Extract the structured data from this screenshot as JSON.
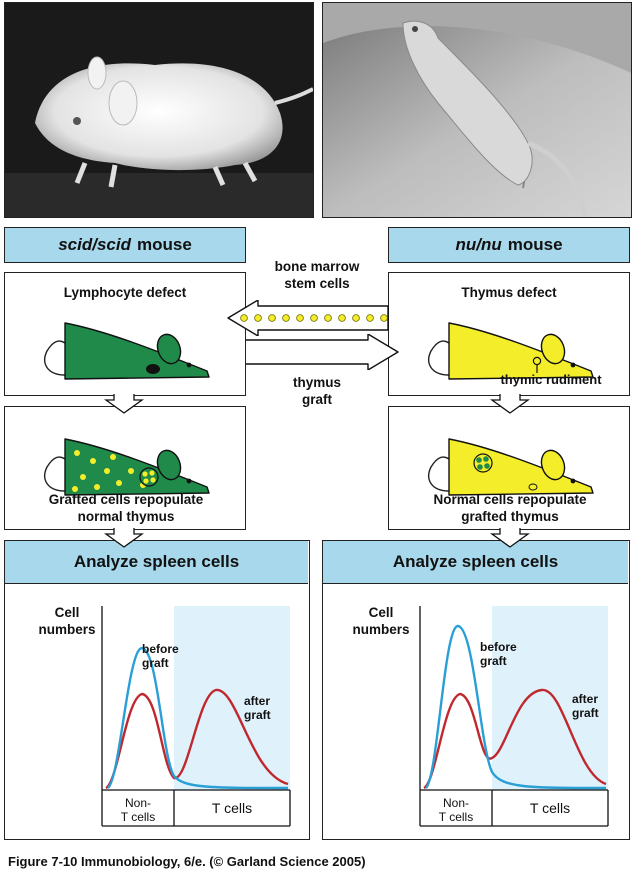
{
  "left": {
    "mouse_italic": "scid/scid",
    "mouse_word": "mouse",
    "defect": "Lymphocyte defect",
    "repopulate_line1": "Grafted cells repopulate",
    "repopulate_line2": "normal thymus",
    "analyze": "Analyze spleen cells",
    "chart": {
      "ylabel_line1": "Cell",
      "ylabel_line2": "numbers",
      "before_line1": "before",
      "before_line2": "graft",
      "after_line1": "after",
      "after_line2": "graft",
      "nonT_line1": "Non-",
      "nonT_line2": "T cells",
      "tcells": "T cells"
    }
  },
  "right": {
    "mouse_italic": "nu/nu",
    "mouse_word": "mouse",
    "defect": "Thymus defect",
    "rudiment": "thymic rudiment",
    "repopulate_line1": "Normal cells repopulate",
    "repopulate_line2": "grafted thymus",
    "analyze": "Analyze spleen cells",
    "chart": {
      "ylabel_line1": "Cell",
      "ylabel_line2": "numbers",
      "before_line1": "before",
      "before_line2": "graft",
      "after_line1": "after",
      "after_line2": "graft",
      "nonT_line1": "Non-",
      "nonT_line2": "T cells",
      "tcells": "T cells"
    }
  },
  "middle": {
    "bone_line1": "bone marrow",
    "bone_line2": "stem cells",
    "thymus_line1": "thymus",
    "thymus_line2": "graft"
  },
  "caption": "Figure 7-10  Immunobiology, 6/e. (© Garland Science 2005)",
  "colors": {
    "header_blue": "#a8d8ec",
    "scid_green": "#1f8a4a",
    "nude_yellow": "#f4ee2a",
    "before_line": "#2a9fd6",
    "after_line": "#c0282e",
    "tcell_shade": "#dff1fa"
  }
}
